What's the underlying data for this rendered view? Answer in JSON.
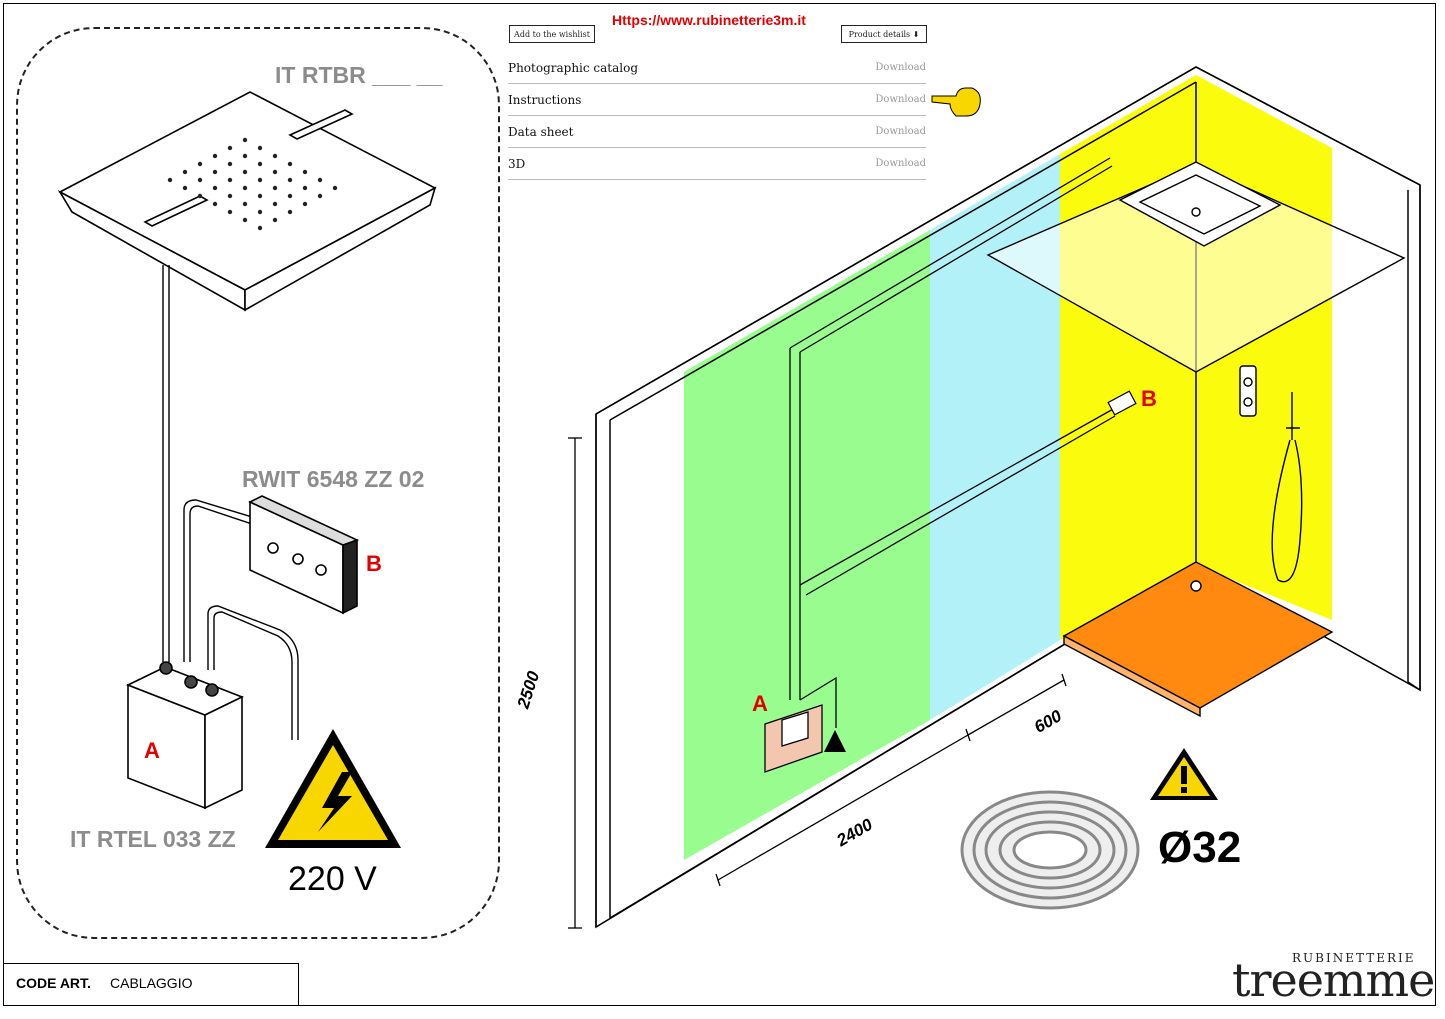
{
  "header": {
    "url": "Https://www.rubinetterie3m.it",
    "wishlist_label": "Add to the wishlist",
    "product_details_label": "Product details"
  },
  "downloads": [
    {
      "label": "Photographic catalog",
      "action": "Download"
    },
    {
      "label": "Instructions",
      "action": "Download"
    },
    {
      "label": "Data sheet",
      "action": "Download"
    },
    {
      "label": "3D",
      "action": "Download"
    }
  ],
  "left_panel": {
    "head_code": "IT RTBR ___ __",
    "switch_code": "RWIT 6548 ZZ 02",
    "box_code": "IT RTEL 033 ZZ",
    "label_a": "A",
    "label_b": "B",
    "voltage": "220 V"
  },
  "room": {
    "label_a": "A",
    "label_b": "B",
    "dim_height": "2500",
    "dim_width": "2400",
    "dim_depth": "600",
    "conduit_diameter": "Ø32"
  },
  "footer": {
    "code_key": "CODE ART.",
    "code_value": "CABLAGGIO",
    "brand_top": "RUBINETTERIE",
    "brand": "treemme"
  },
  "colors": {
    "zone_green": "#99fc8f",
    "zone_cyan": "#b3f1f8",
    "zone_yellow": "#fbfb0e",
    "tray_orange": "#ff8a0f",
    "warning_yellow": "#f8d700",
    "accent_red": "#e30000"
  }
}
